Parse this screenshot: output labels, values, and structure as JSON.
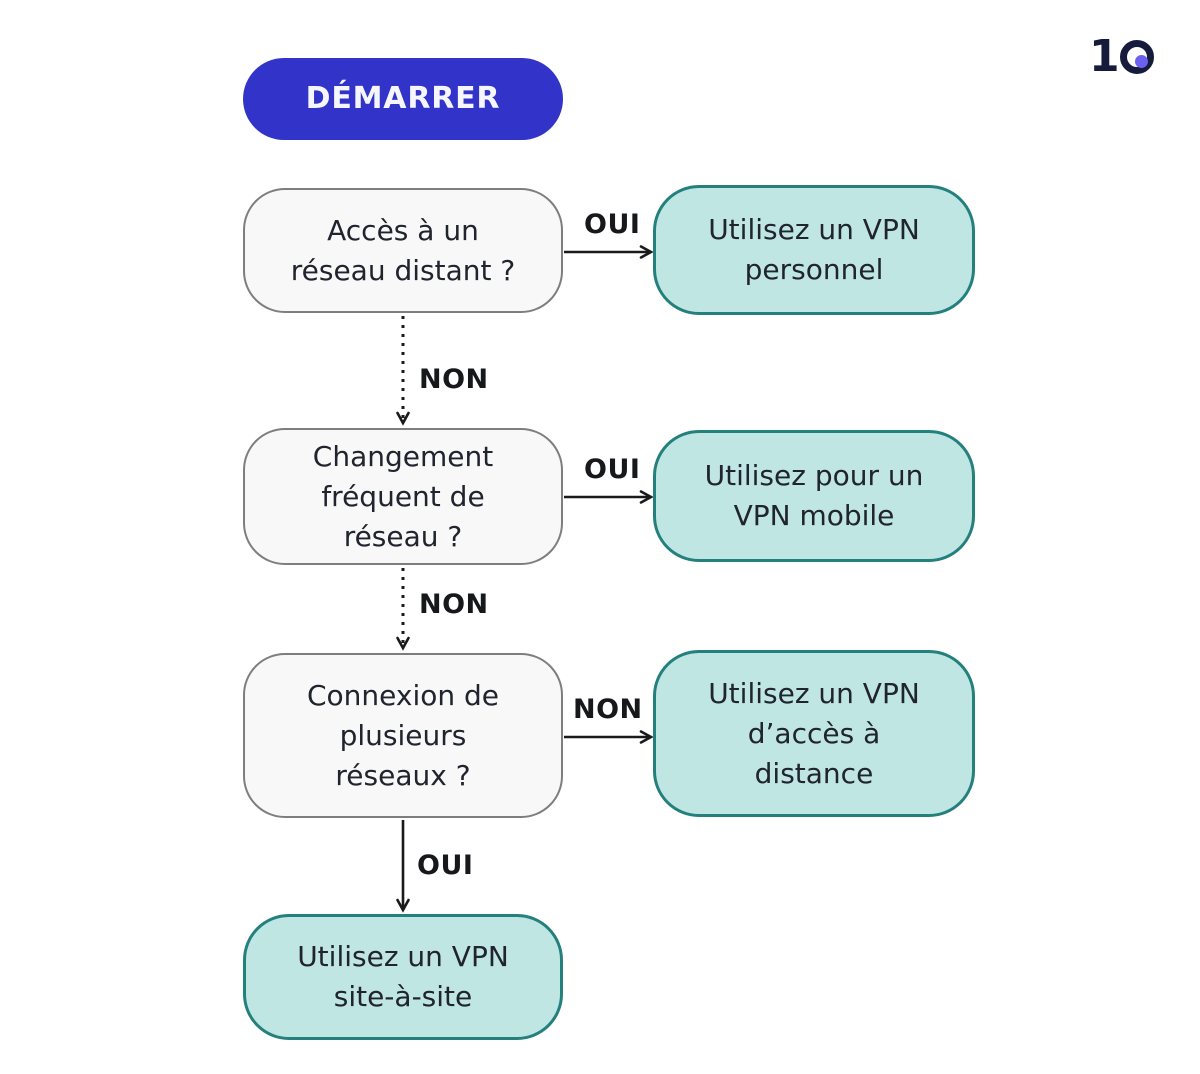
{
  "logo": {
    "digit": "1",
    "ring_icon": "circle-with-dot",
    "navy": "#161A3B",
    "dot_color": "#6B61F0"
  },
  "start": {
    "label": "DÉMARRER",
    "bg_color": "#3234C9"
  },
  "nodes": {
    "q1": {
      "label": "Accès à un\nréseau distant ?"
    },
    "q2": {
      "label": "Changement\nfréquent de\nréseau ?"
    },
    "q3": {
      "label": "Connexion de\nplusieurs\nréseaux ?"
    },
    "a1": {
      "label": "Utilisez un VPN\npersonnel"
    },
    "a2": {
      "label": "Utilisez pour un\nVPN mobile"
    },
    "a3": {
      "label": "Utilisez un VPN\nd’accès à\ndistance"
    },
    "a4": {
      "label": "Utilisez un VPN\nsite-à-site"
    }
  },
  "edges": {
    "q1_a1": {
      "label": "OUI",
      "style": "solid",
      "direction": "right"
    },
    "q1_q2": {
      "label": "NON",
      "style": "dotted",
      "direction": "down"
    },
    "q2_a2": {
      "label": "OUI",
      "style": "solid",
      "direction": "right"
    },
    "q2_q3": {
      "label": "NON",
      "style": "dotted",
      "direction": "down"
    },
    "q3_a3": {
      "label": "NON",
      "style": "solid",
      "direction": "right"
    },
    "q3_a4": {
      "label": "OUI",
      "style": "solid",
      "direction": "down"
    }
  },
  "colors": {
    "question_bg": "#F8F8F8",
    "question_border": "#7E7E7E",
    "answer_bg": "#C0E6E3",
    "answer_border": "#23807C",
    "arrow": "#1A1A1A",
    "text": "#20242E"
  }
}
